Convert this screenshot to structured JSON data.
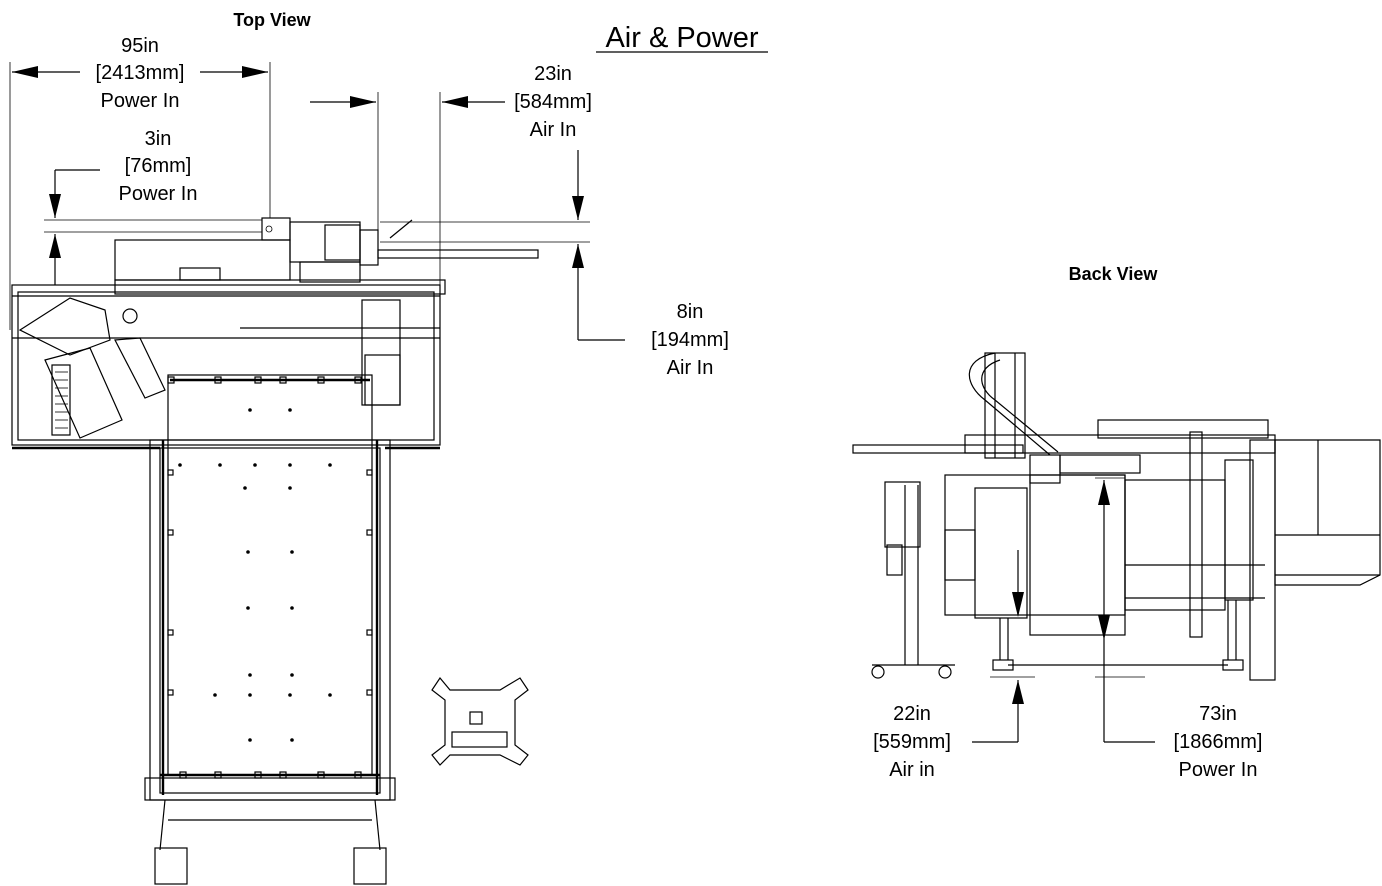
{
  "title": "Air & Power",
  "views": {
    "top": {
      "label": "Top View"
    },
    "back": {
      "label": "Back View"
    }
  },
  "dimensions": {
    "d95": {
      "value": "95in",
      "metric": "[2413mm]",
      "desc": "Power In"
    },
    "d23": {
      "value": "23in",
      "metric": "[584mm]",
      "desc": "Air In"
    },
    "d3": {
      "value": "3in",
      "metric": "[76mm]",
      "desc": "Power In"
    },
    "d8": {
      "value": "8in",
      "metric": "[194mm]",
      "desc": "Air In"
    },
    "d22": {
      "value": "22in",
      "metric": "[559mm]",
      "desc": "Air in"
    },
    "d73": {
      "value": "73in",
      "metric": "[1866mm]",
      "desc": "Power In"
    }
  }
}
